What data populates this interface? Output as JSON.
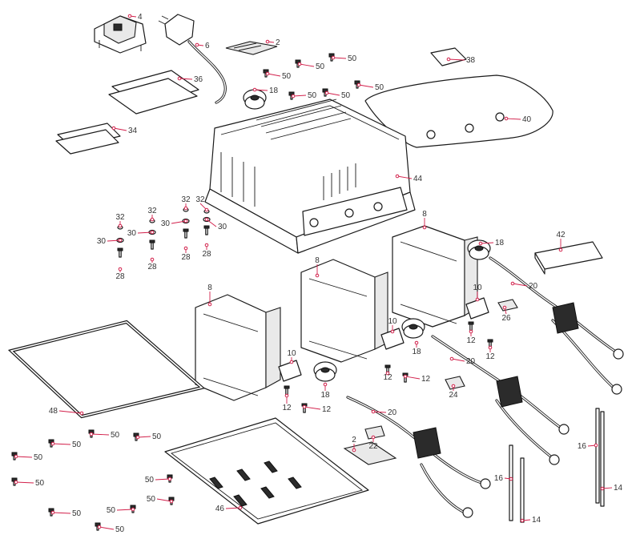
{
  "accent_color": "#d21f4a",
  "line_color": "#1a1a1a",
  "callouts": [
    {
      "id": "c4",
      "label": "4"
    },
    {
      "id": "c6",
      "label": "6"
    },
    {
      "id": "c2a",
      "label": "2"
    },
    {
      "id": "c50a",
      "label": "50"
    },
    {
      "id": "c50b",
      "label": "50"
    },
    {
      "id": "c50c",
      "label": "50"
    },
    {
      "id": "c50d",
      "label": "50"
    },
    {
      "id": "c50e",
      "label": "50"
    },
    {
      "id": "c50f",
      "label": "50"
    },
    {
      "id": "c38",
      "label": "38"
    },
    {
      "id": "c36",
      "label": "36"
    },
    {
      "id": "c18a",
      "label": "18"
    },
    {
      "id": "c40",
      "label": "40"
    },
    {
      "id": "c34",
      "label": "34"
    },
    {
      "id": "c44",
      "label": "44"
    },
    {
      "id": "c32a",
      "label": "32"
    },
    {
      "id": "c32b",
      "label": "32"
    },
    {
      "id": "c32c",
      "label": "32"
    },
    {
      "id": "c32d",
      "label": "32"
    },
    {
      "id": "c30a",
      "label": "30"
    },
    {
      "id": "c30b",
      "label": "30"
    },
    {
      "id": "c30c",
      "label": "30"
    },
    {
      "id": "c30d",
      "label": "30"
    },
    {
      "id": "c28a",
      "label": "28"
    },
    {
      "id": "c28b",
      "label": "28"
    },
    {
      "id": "c28c",
      "label": "28"
    },
    {
      "id": "c28d",
      "label": "28"
    },
    {
      "id": "c8a",
      "label": "8"
    },
    {
      "id": "c8b",
      "label": "8"
    },
    {
      "id": "c8c",
      "label": "8"
    },
    {
      "id": "c18b",
      "label": "18"
    },
    {
      "id": "c42",
      "label": "42"
    },
    {
      "id": "c20a",
      "label": "20"
    },
    {
      "id": "c10a",
      "label": "10"
    },
    {
      "id": "c26",
      "label": "26"
    },
    {
      "id": "c12a",
      "label": "12"
    },
    {
      "id": "c12b",
      "label": "12"
    },
    {
      "id": "c10b",
      "label": "10"
    },
    {
      "id": "c18c",
      "label": "18"
    },
    {
      "id": "c20b",
      "label": "20"
    },
    {
      "id": "c12c",
      "label": "12"
    },
    {
      "id": "c12d",
      "label": "12"
    },
    {
      "id": "c24",
      "label": "24"
    },
    {
      "id": "c10c",
      "label": "10"
    },
    {
      "id": "c18d",
      "label": "18"
    },
    {
      "id": "c12e",
      "label": "12"
    },
    {
      "id": "c12f",
      "label": "12"
    },
    {
      "id": "c48",
      "label": "48"
    },
    {
      "id": "c20c",
      "label": "20"
    },
    {
      "id": "c50g",
      "label": "50"
    },
    {
      "id": "c50h",
      "label": "50"
    },
    {
      "id": "c50i",
      "label": "50"
    },
    {
      "id": "c50j",
      "label": "50"
    },
    {
      "id": "c2b",
      "label": "2"
    },
    {
      "id": "c22",
      "label": "22"
    },
    {
      "id": "c50k",
      "label": "50"
    },
    {
      "id": "c16a",
      "label": "16"
    },
    {
      "id": "c50l",
      "label": "50"
    },
    {
      "id": "c50m",
      "label": "50"
    },
    {
      "id": "c16b",
      "label": "16"
    },
    {
      "id": "c14a",
      "label": "14"
    },
    {
      "id": "c50n",
      "label": "50"
    },
    {
      "id": "c50o",
      "label": "50"
    },
    {
      "id": "c46",
      "label": "46"
    },
    {
      "id": "c50p",
      "label": "50"
    },
    {
      "id": "c14b",
      "label": "14"
    },
    {
      "id": "c50q",
      "label": "50"
    }
  ]
}
